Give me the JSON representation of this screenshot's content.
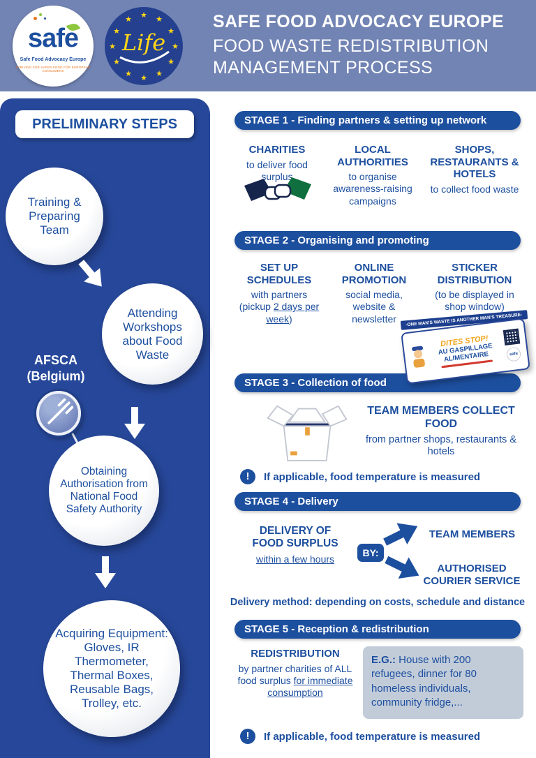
{
  "header": {
    "title_bold": "SAFE FOOD ADVOCACY EUROPE",
    "title_line2": "FOOD WASTE REDISTRIBUTION",
    "title_line3": "MANAGEMENT PROCESS",
    "safe_logo": {
      "name": "safe",
      "subtitle": "Safe Food Advocacy Europe",
      "tagline": "STRIVING FOR SAFER FOOD FOR EUROPEAN CONSUMERS"
    },
    "life_logo": {
      "label": "Life"
    }
  },
  "icons": {
    "exclamation": "!"
  },
  "preliminary": {
    "heading": "PRELIMINARY STEPS",
    "afsca": "AFSCA\n(Belgium)",
    "steps": [
      "Training & Preparing Team",
      "Attending Workshops about Food Waste",
      "Obtaining Authorisation from National Food Safety Authority",
      "Acquiring Equipment: Gloves, IR Thermometer, Thermal Boxes, Reusable Bags, Trolley, etc."
    ]
  },
  "stage1": {
    "title": "STAGE 1 - Finding partners & setting up network",
    "columns": [
      {
        "heading": "CHARITIES",
        "body": "to deliver food surplus"
      },
      {
        "heading": "LOCAL AUTHORITIES",
        "body": "to organise awareness-raising campaigns"
      },
      {
        "heading": "SHOPS, RESTAURANTS & HOTELS",
        "body": "to collect food waste"
      }
    ]
  },
  "stage2": {
    "title": "STAGE 2 - Organising and promoting",
    "columns": [
      {
        "heading": "SET UP SCHEDULES",
        "body_prefix": "with partners (pickup ",
        "body_underline": "2 days per week",
        "body_suffix": ")"
      },
      {
        "heading": "ONLINE PROMOTION",
        "body": "social media, website & newsletter"
      },
      {
        "heading": "STICKER DISTRIBUTION",
        "body": "(to be displayed in shop window)"
      }
    ],
    "sticker": {
      "banner": "-ONE MAN'S WASTE IS ANOTHER MAN'S TREASURE-",
      "line1": "DITES STOP!",
      "line2": "AU GASPILLAGE",
      "line3": "ALIMENTAIRE",
      "logo": "safe"
    }
  },
  "stage3": {
    "title": "STAGE 3 - Collection of food",
    "heading": "TEAM MEMBERS COLLECT FOOD",
    "body": "from partner shops, restaurants & hotels",
    "note": "If applicable, food temperature is measured"
  },
  "stage4": {
    "title": "STAGE 4 - Delivery",
    "left_heading": "DELIVERY OF FOOD SURPLUS",
    "left_underline": "within a few hours",
    "by_label": "BY:",
    "options": [
      "TEAM MEMBERS",
      "AUTHORISED COURIER SERVICE"
    ],
    "method_note": "Delivery method: depending on costs, schedule and distance"
  },
  "stage5": {
    "title": "STAGE 5 - Reception & redistribution",
    "heading": "REDISTRIBUTION",
    "body_prefix": "by partner charities of ALL food surplus ",
    "body_underline": "for immediate consumption",
    "eg_label": "E.G.:",
    "eg_text": " House with 200 refugees, dinner for 80 homeless individuals, community fridge,...",
    "note": "If applicable, food temperature is measured"
  }
}
